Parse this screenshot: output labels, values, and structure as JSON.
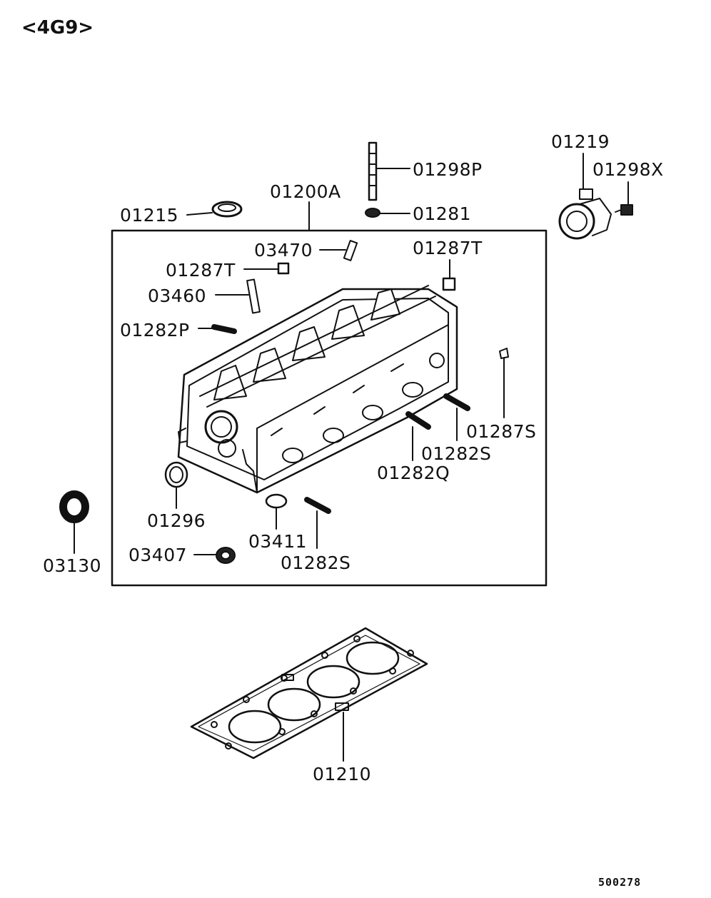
{
  "header": {
    "engine_tag": "<4G9>"
  },
  "labels": {
    "p01200A": "01200A",
    "p01215": "01215",
    "p01298P": "01298P",
    "p01281": "01281",
    "p01219": "01219",
    "p01298X": "01298X",
    "p03470": "03470",
    "p01287T_left": "01287T",
    "p01287T_right": "01287T",
    "p03460": "03460",
    "p01282P": "01282P",
    "p01287S": "01287S",
    "p01282S_right": "01282S",
    "p01282Q": "01282Q",
    "p01296": "01296",
    "p03411": "03411",
    "p03407": "03407",
    "p01282S_bottom": "01282S",
    "p03130": "03130",
    "p01210": "01210"
  },
  "footer": {
    "diagram_code": "500278"
  }
}
